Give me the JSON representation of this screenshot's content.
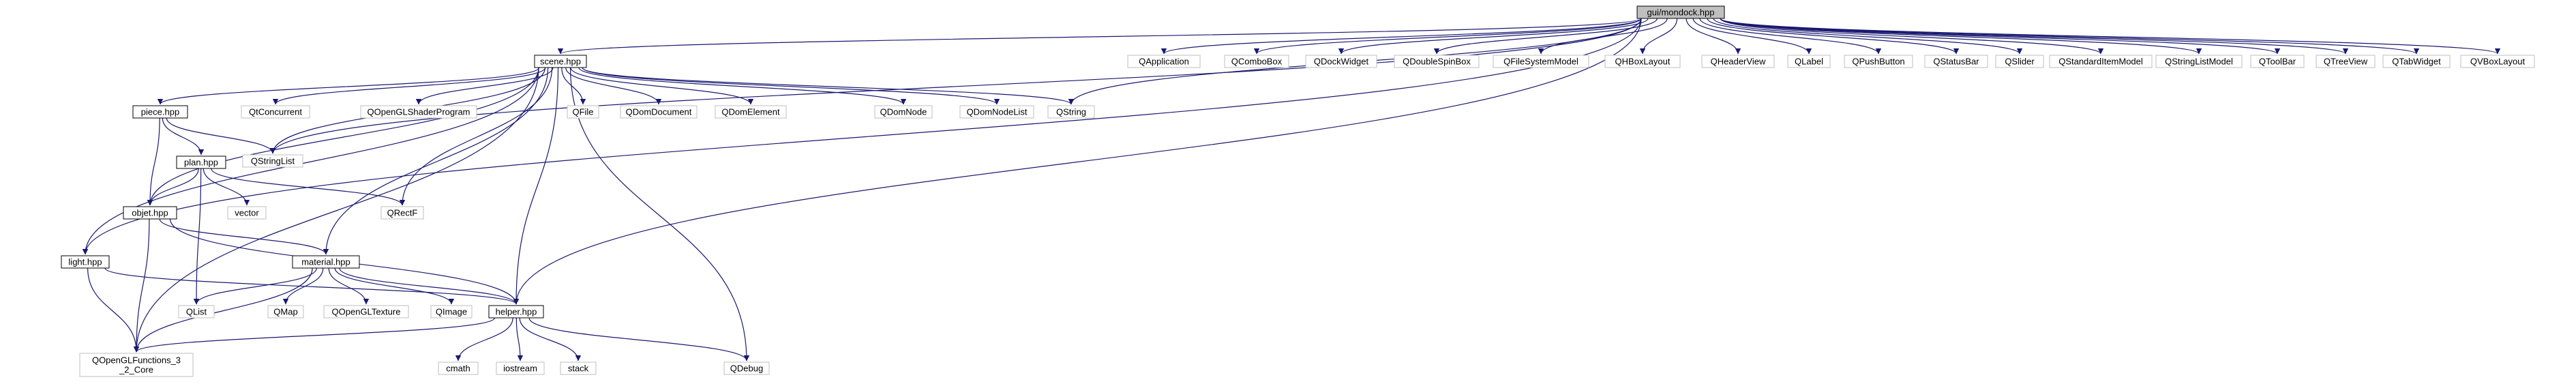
{
  "graph": {
    "title": "gui/mondock.hpp",
    "colors": {
      "edge": "#191970",
      "root_fill": "#bfbfbf",
      "project_stroke": "#000000",
      "external_stroke": "#bfbfbf",
      "node_fill": "#ffffff"
    },
    "nodes": [
      {
        "id": "mondock",
        "label": "gui/mondock.hpp",
        "kind": "root"
      },
      {
        "id": "scene",
        "label": "scene.hpp",
        "kind": "project"
      },
      {
        "id": "QApplication",
        "label": "QApplication",
        "kind": "external"
      },
      {
        "id": "QComboBox",
        "label": "QComboBox",
        "kind": "external"
      },
      {
        "id": "QDockWidget",
        "label": "QDockWidget",
        "kind": "external"
      },
      {
        "id": "QDoubleSpinBox",
        "label": "QDoubleSpinBox",
        "kind": "external"
      },
      {
        "id": "QFileSystemModel",
        "label": "QFileSystemModel",
        "kind": "external"
      },
      {
        "id": "QHBoxLayout",
        "label": "QHBoxLayout",
        "kind": "external"
      },
      {
        "id": "QHeaderView",
        "label": "QHeaderView",
        "kind": "external"
      },
      {
        "id": "QLabel",
        "label": "QLabel",
        "kind": "external"
      },
      {
        "id": "QPushButton",
        "label": "QPushButton",
        "kind": "external"
      },
      {
        "id": "QStatusBar",
        "label": "QStatusBar",
        "kind": "external"
      },
      {
        "id": "QSlider",
        "label": "QSlider",
        "kind": "external"
      },
      {
        "id": "QStandardItemModel",
        "label": "QStandardItemModel",
        "kind": "external"
      },
      {
        "id": "QStringListModel",
        "label": "QStringListModel",
        "kind": "external"
      },
      {
        "id": "QToolBar",
        "label": "QToolBar",
        "kind": "external"
      },
      {
        "id": "QTreeView",
        "label": "QTreeView",
        "kind": "external"
      },
      {
        "id": "QTabWidget",
        "label": "QTabWidget",
        "kind": "external"
      },
      {
        "id": "QVBoxLayout",
        "label": "QVBoxLayout",
        "kind": "external"
      },
      {
        "id": "piece",
        "label": "piece.hpp",
        "kind": "project"
      },
      {
        "id": "QtConcurrent",
        "label": "QtConcurrent",
        "kind": "external"
      },
      {
        "id": "QOpenGLShaderProgram",
        "label": "QOpenGLShaderProgram",
        "kind": "external"
      },
      {
        "id": "QFile",
        "label": "QFile",
        "kind": "external"
      },
      {
        "id": "QDomDocument",
        "label": "QDomDocument",
        "kind": "external"
      },
      {
        "id": "QDomElement",
        "label": "QDomElement",
        "kind": "external"
      },
      {
        "id": "QDomNode",
        "label": "QDomNode",
        "kind": "external"
      },
      {
        "id": "QDomNodeList",
        "label": "QDomNodeList",
        "kind": "external"
      },
      {
        "id": "QString",
        "label": "QString",
        "kind": "external"
      },
      {
        "id": "QStringList",
        "label": "QStringList",
        "kind": "external"
      },
      {
        "id": "plan",
        "label": "plan.hpp",
        "kind": "project"
      },
      {
        "id": "objet",
        "label": "objet.hpp",
        "kind": "project"
      },
      {
        "id": "vector",
        "label": "vector",
        "kind": "external"
      },
      {
        "id": "QRectF",
        "label": "QRectF",
        "kind": "external"
      },
      {
        "id": "light",
        "label": "light.hpp",
        "kind": "project"
      },
      {
        "id": "material",
        "label": "material.hpp",
        "kind": "project"
      },
      {
        "id": "QList",
        "label": "QList",
        "kind": "external"
      },
      {
        "id": "QMap",
        "label": "QMap",
        "kind": "external"
      },
      {
        "id": "QOpenGLTexture",
        "label": "QOpenGLTexture",
        "kind": "external"
      },
      {
        "id": "QImage",
        "label": "QImage",
        "kind": "external"
      },
      {
        "id": "helper",
        "label": "helper.hpp",
        "kind": "project"
      },
      {
        "id": "QOpenGLFunctions",
        "label": [
          "QOpenGLFunctions_3",
          "_2_Core"
        ],
        "kind": "external"
      },
      {
        "id": "cmath",
        "label": "cmath",
        "kind": "external"
      },
      {
        "id": "iostream",
        "label": "iostream",
        "kind": "external"
      },
      {
        "id": "stack",
        "label": "stack",
        "kind": "external"
      },
      {
        "id": "QDebug",
        "label": "QDebug",
        "kind": "external"
      }
    ],
    "edges": [
      [
        "mondock",
        "scene"
      ],
      [
        "mondock",
        "QApplication"
      ],
      [
        "mondock",
        "QComboBox"
      ],
      [
        "mondock",
        "QDockWidget"
      ],
      [
        "mondock",
        "QDoubleSpinBox"
      ],
      [
        "mondock",
        "QFileSystemModel"
      ],
      [
        "mondock",
        "QHBoxLayout"
      ],
      [
        "mondock",
        "QHeaderView"
      ],
      [
        "mondock",
        "QLabel"
      ],
      [
        "mondock",
        "QPushButton"
      ],
      [
        "mondock",
        "QStatusBar"
      ],
      [
        "mondock",
        "QSlider"
      ],
      [
        "mondock",
        "QStandardItemModel"
      ],
      [
        "mondock",
        "QStringListModel"
      ],
      [
        "mondock",
        "QToolBar"
      ],
      [
        "mondock",
        "QTreeView"
      ],
      [
        "mondock",
        "QTabWidget"
      ],
      [
        "mondock",
        "QVBoxLayout"
      ],
      [
        "mondock",
        "QString"
      ],
      [
        "mondock",
        "QStringList"
      ],
      [
        "mondock",
        "light"
      ],
      [
        "mondock",
        "helper"
      ],
      [
        "scene",
        "piece"
      ],
      [
        "scene",
        "QtConcurrent"
      ],
      [
        "scene",
        "QOpenGLShaderProgram"
      ],
      [
        "scene",
        "QFile"
      ],
      [
        "scene",
        "QDomDocument"
      ],
      [
        "scene",
        "QDomElement"
      ],
      [
        "scene",
        "QDomNode"
      ],
      [
        "scene",
        "QDomNodeList"
      ],
      [
        "scene",
        "QString"
      ],
      [
        "scene",
        "QStringList"
      ],
      [
        "scene",
        "objet"
      ],
      [
        "scene",
        "light"
      ],
      [
        "scene",
        "QRectF"
      ],
      [
        "scene",
        "material"
      ],
      [
        "scene",
        "helper"
      ],
      [
        "scene",
        "QDebug"
      ],
      [
        "scene",
        "QOpenGLFunctions"
      ],
      [
        "piece",
        "QStringList"
      ],
      [
        "piece",
        "plan"
      ],
      [
        "piece",
        "objet"
      ],
      [
        "plan",
        "objet"
      ],
      [
        "plan",
        "vector"
      ],
      [
        "plan",
        "QRectF"
      ],
      [
        "plan",
        "QList"
      ],
      [
        "objet",
        "material"
      ],
      [
        "objet",
        "helper"
      ],
      [
        "objet",
        "QOpenGLFunctions"
      ],
      [
        "light",
        "helper"
      ],
      [
        "light",
        "QOpenGLFunctions"
      ],
      [
        "material",
        "QList"
      ],
      [
        "material",
        "QMap"
      ],
      [
        "material",
        "QOpenGLTexture"
      ],
      [
        "material",
        "QImage"
      ],
      [
        "material",
        "helper"
      ],
      [
        "material",
        "QOpenGLFunctions"
      ],
      [
        "helper",
        "QOpenGLFunctions"
      ],
      [
        "helper",
        "cmath"
      ],
      [
        "helper",
        "iostream"
      ],
      [
        "helper",
        "stack"
      ],
      [
        "helper",
        "QDebug"
      ]
    ]
  }
}
